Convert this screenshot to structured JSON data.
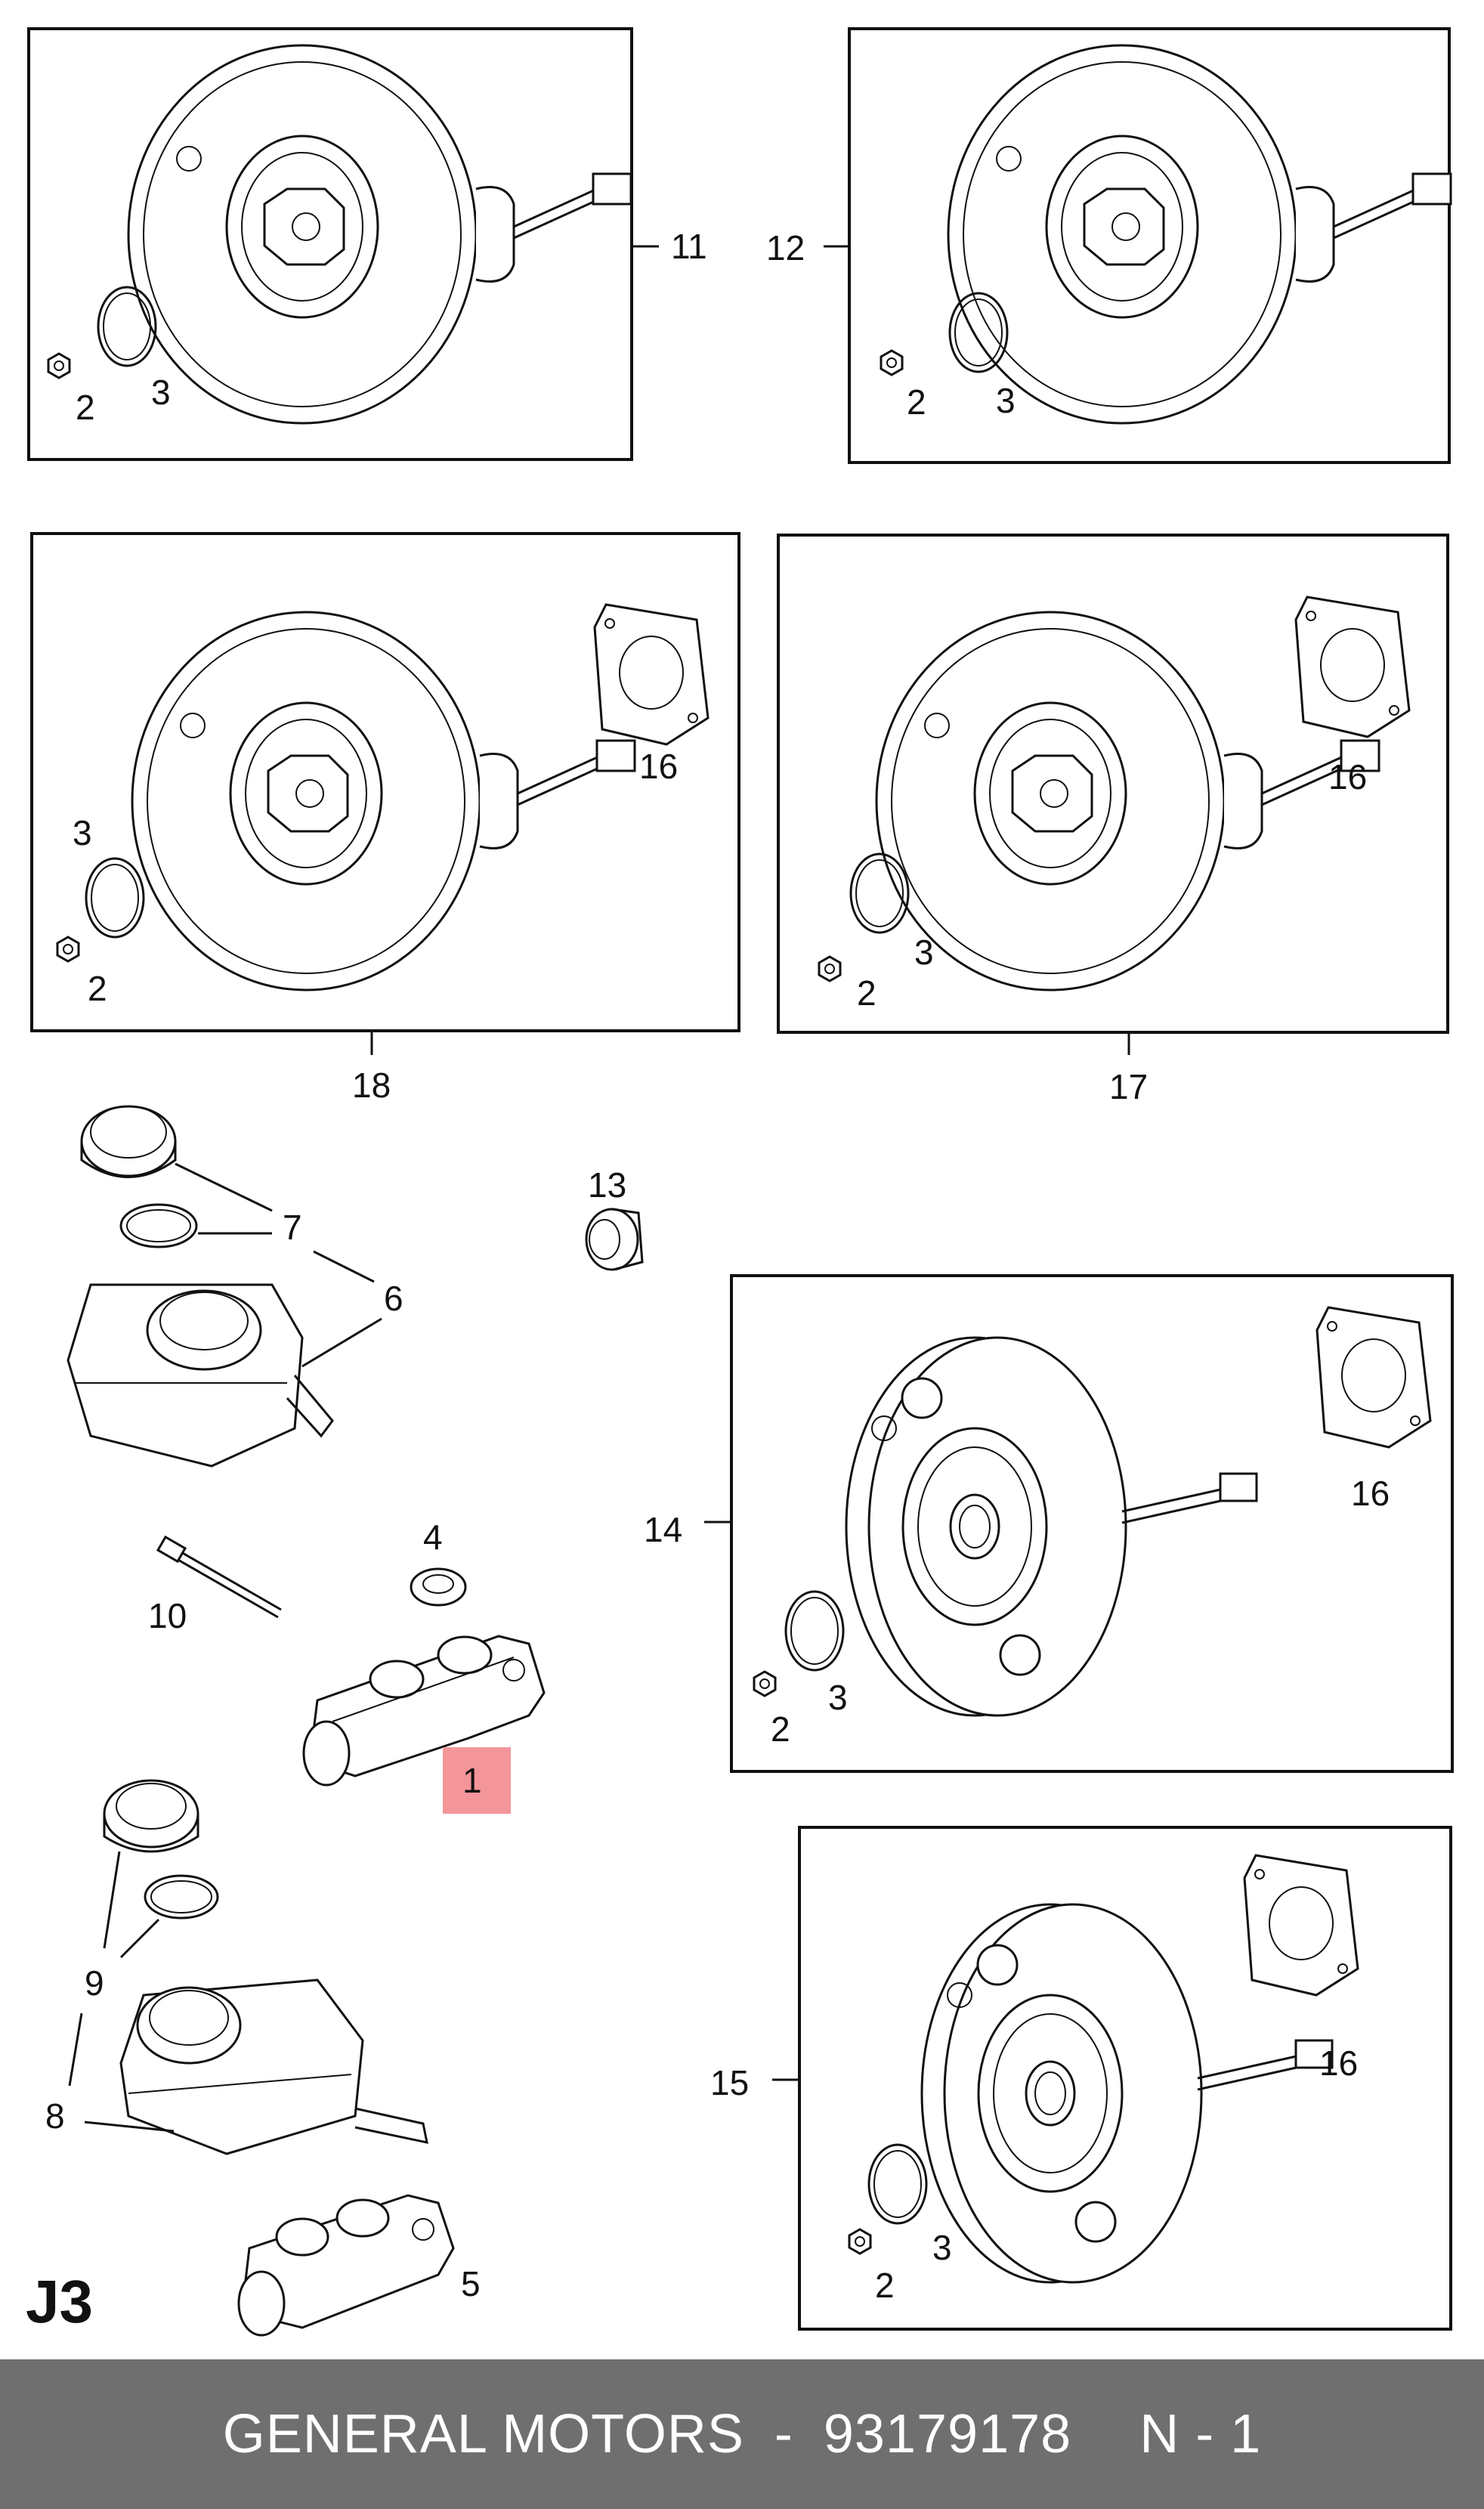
{
  "diagram": {
    "page_code": "J3",
    "highlight_color": "#f4959a",
    "callouts": {
      "c1": "1",
      "c2": "2",
      "c3": "3",
      "c4": "4",
      "c5": "5",
      "c6": "6",
      "c7": "7",
      "c8": "8",
      "c9": "9",
      "c10": "10",
      "c11": "11",
      "c12": "12",
      "c13": "13",
      "c14": "14",
      "c15": "15",
      "c16": "16",
      "c17": "17",
      "c18": "18"
    }
  },
  "footer": {
    "brand": "GENERAL MOTORS",
    "separator": "-",
    "part_number": "93179178",
    "page_ref": "N - 1"
  }
}
